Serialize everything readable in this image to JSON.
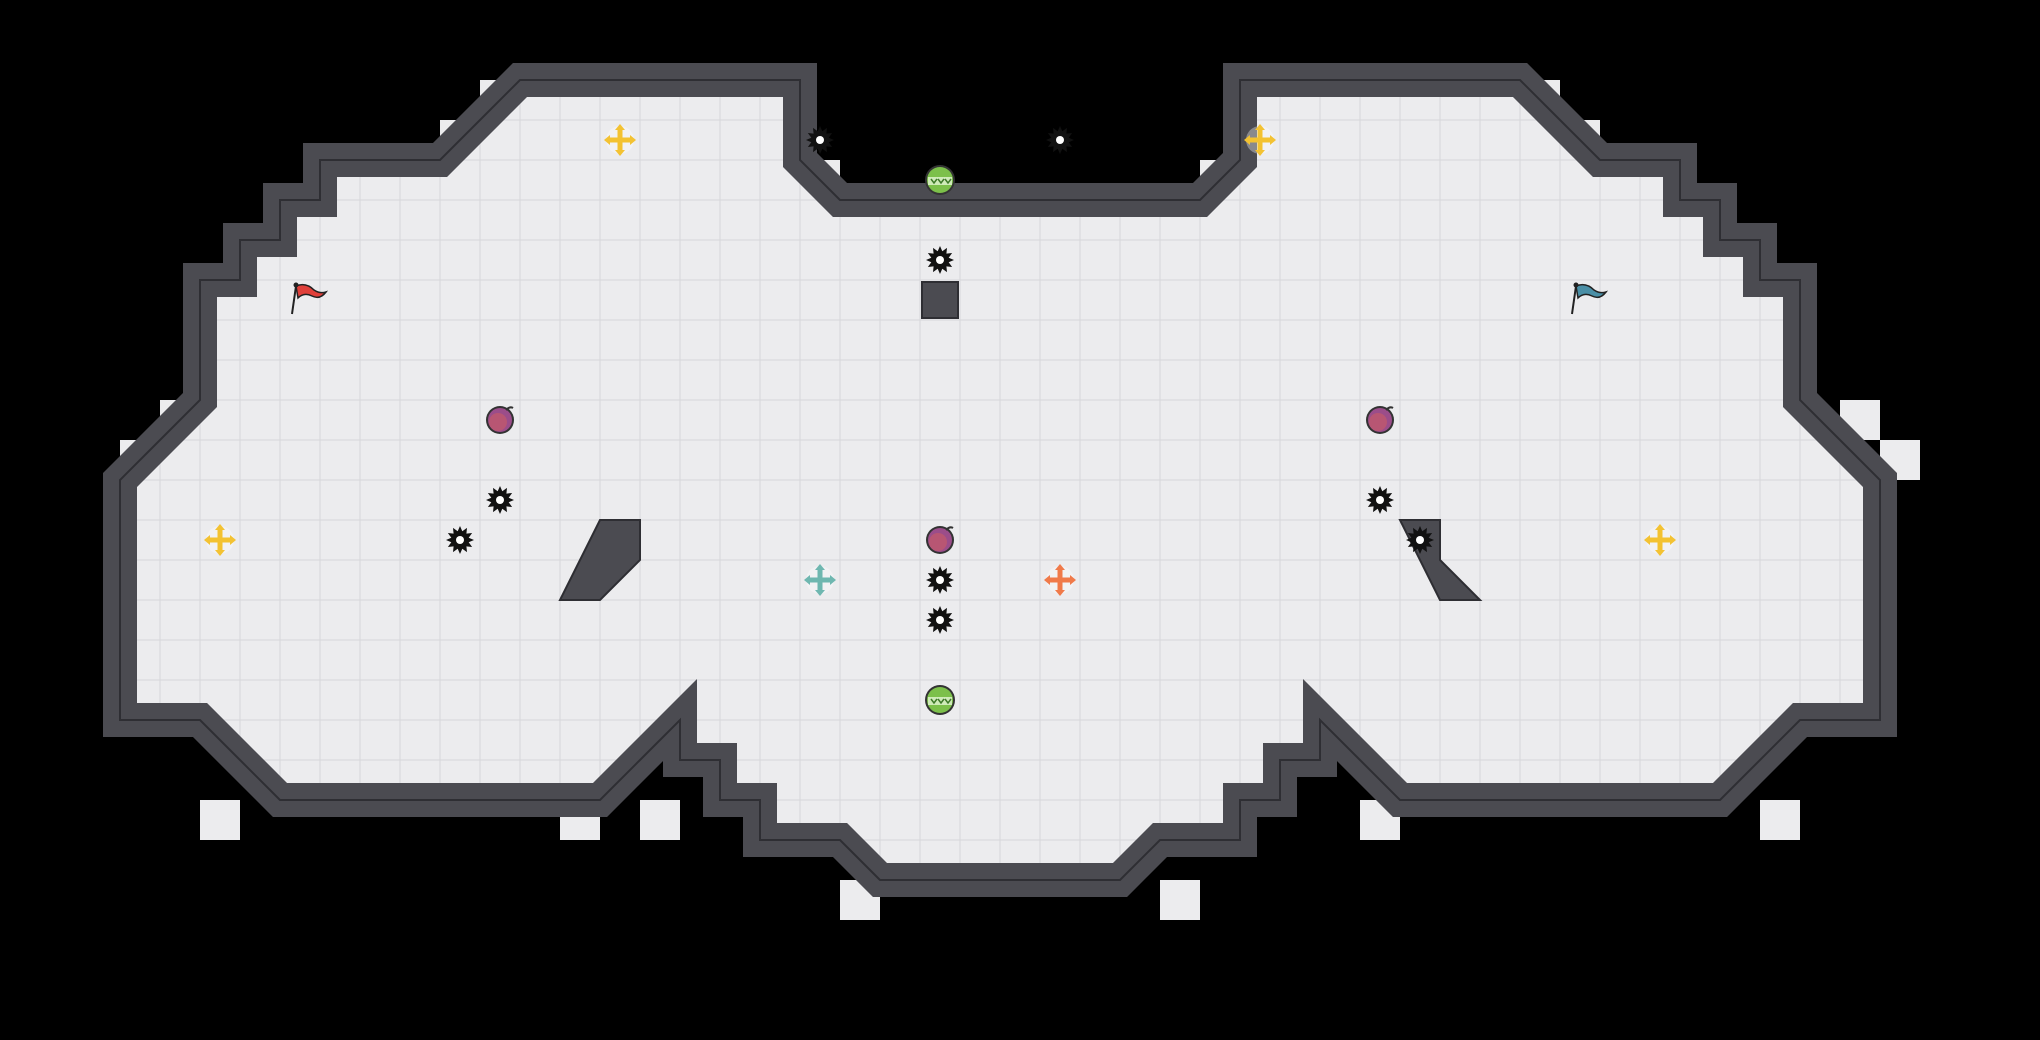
{
  "game": {
    "colors": {
      "background": "#000000",
      "floor": "#ececee",
      "grid": "#d6d6da",
      "wall": "#4b4b51",
      "wall_edge": "#2e2e33",
      "outer_tile": "#ececee",
      "red_team": "#e0403a",
      "blue_team": "#4a8fa6",
      "powerup_yellow": "#f3c232",
      "powerup_teal": "#6fb7b0",
      "powerup_orange": "#f07a4a",
      "bomb": "#9b4d8a",
      "speed_pad": "#7cc04a",
      "spike": "#111111"
    },
    "entities": [
      {
        "kind": "flag",
        "team": "red",
        "col": 7,
        "row": 7,
        "icon": "red-flag-icon"
      },
      {
        "kind": "flag",
        "team": "blue",
        "col": 39,
        "row": 7,
        "icon": "blue-flag-icon"
      },
      {
        "kind": "powerup",
        "color": "yellow",
        "col": 15,
        "row": 3,
        "icon": "yellow-powerup-icon"
      },
      {
        "kind": "powerup",
        "color": "yellow",
        "col": 31,
        "row": 3,
        "icon": "yellow-powerup-icon"
      },
      {
        "kind": "powerup",
        "color": "yellow",
        "col": 5,
        "row": 13,
        "icon": "yellow-powerup-icon"
      },
      {
        "kind": "powerup",
        "color": "yellow",
        "col": 41,
        "row": 13,
        "icon": "yellow-powerup-icon"
      },
      {
        "kind": "powerup",
        "color": "teal",
        "col": 20,
        "row": 14,
        "icon": "teal-powerup-icon"
      },
      {
        "kind": "powerup",
        "color": "orange",
        "col": 26,
        "row": 14,
        "icon": "orange-powerup-icon"
      },
      {
        "kind": "bomb",
        "col": 12,
        "row": 10,
        "icon": "bomb-icon"
      },
      {
        "kind": "bomb",
        "col": 34,
        "row": 10,
        "icon": "bomb-icon"
      },
      {
        "kind": "bomb",
        "col": 23,
        "row": 13,
        "icon": "bomb-icon"
      },
      {
        "kind": "speedpad",
        "col": 23,
        "row": 4,
        "icon": "speed-pad-icon"
      },
      {
        "kind": "speedpad",
        "col": 23,
        "row": 17,
        "icon": "speed-pad-icon"
      },
      {
        "kind": "spike",
        "col": 20,
        "row": 3,
        "icon": "spike-icon"
      },
      {
        "kind": "spike",
        "col": 26,
        "row": 3,
        "icon": "spike-icon"
      },
      {
        "kind": "spike",
        "col": 23,
        "row": 6,
        "icon": "spike-icon"
      },
      {
        "kind": "spike",
        "col": 12,
        "row": 12,
        "icon": "spike-icon"
      },
      {
        "kind": "spike",
        "col": 11,
        "row": 13,
        "icon": "spike-icon"
      },
      {
        "kind": "spike",
        "col": 34,
        "row": 12,
        "icon": "spike-icon"
      },
      {
        "kind": "spike",
        "col": 35,
        "row": 13,
        "icon": "spike-icon"
      },
      {
        "kind": "spike",
        "col": 23,
        "row": 14,
        "icon": "spike-icon"
      },
      {
        "kind": "spike",
        "col": 23,
        "row": 15,
        "icon": "spike-icon"
      },
      {
        "kind": "wall_block",
        "col": 23,
        "row": 7,
        "icon": "wall-block"
      }
    ]
  }
}
